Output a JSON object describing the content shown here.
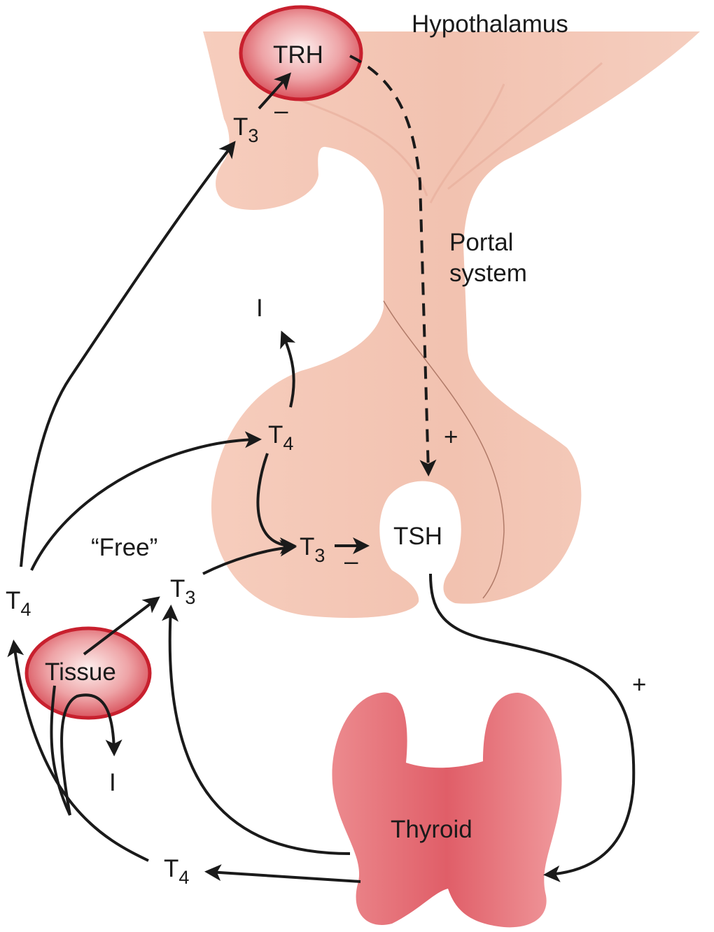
{
  "labels": {
    "hypothalamus": "Hypothalamus",
    "trh": "TRH",
    "portal_line1": "Portal",
    "portal_line2": "system",
    "tsh": "TSH",
    "free": "“Free”",
    "tissue": "Tissue",
    "thyroid": "Thyroid",
    "iodide_top": "I",
    "iodide_tissue": "I",
    "plus_portal": "+",
    "plus_tsh": "+",
    "minus_trh": "–",
    "minus_tsh": "–"
  },
  "hormones": {
    "t3_hypothalamus": {
      "base": "T",
      "sub": "3"
    },
    "t4_pituitary": {
      "base": "T",
      "sub": "4"
    },
    "t3_pituitary": {
      "base": "T",
      "sub": "3"
    },
    "t4_left": {
      "base": "T",
      "sub": "4"
    },
    "t3_free": {
      "base": "T",
      "sub": "3"
    },
    "t4_bottom": {
      "base": "T",
      "sub": "4"
    }
  },
  "colors": {
    "tissue_fill": "#f2c4b2",
    "node_border": "#c8202e",
    "thyroid": "#e8767c"
  }
}
